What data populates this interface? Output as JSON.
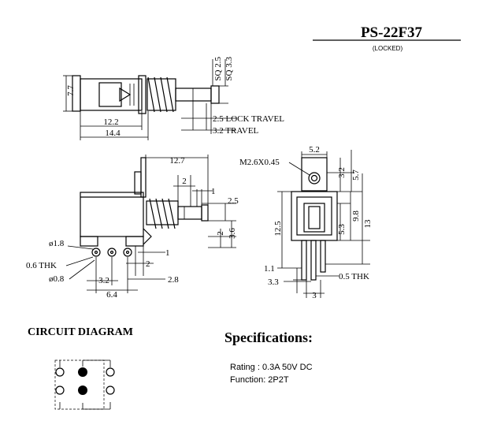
{
  "header": {
    "part_number": "PS-22F37",
    "subtitle": "(LOCKED)"
  },
  "top_view": {
    "dims": {
      "height": "7.7",
      "sq_small": "SQ 2.5",
      "sq_large": "SQ 3.3",
      "body_len": "12.2",
      "total_len": "14.4",
      "lock_travel": "2.5 LOCK TRAVEL",
      "travel": "3.2 TRAVEL"
    }
  },
  "side_view": {
    "dims": {
      "length": "12.7",
      "d2": "2",
      "d1": "1",
      "d25": "2.5",
      "d2b": "2",
      "d36": "3.6",
      "hole_dia": "ø1.8",
      "thk": "0.6  THK",
      "pin_dia": "ø0.8",
      "pin_pitch": "3.2",
      "pin_span": "6.4",
      "d2c": "2",
      "d1b": "1",
      "d28": "2.8"
    }
  },
  "end_view": {
    "dims": {
      "screw": "M2.6X0.45",
      "width": "5.2",
      "d32": "3.2",
      "d57": "5.7",
      "d125": "12.5",
      "d53": "5.3",
      "d98": "9.8",
      "d13": "13",
      "d11": "1.1",
      "d33": "3.3",
      "d3": "3",
      "thk": "0.5  THK"
    }
  },
  "circuit": {
    "title": "CIRCUIT DIAGRAM"
  },
  "specifications": {
    "title": "Specifications:",
    "rating": "Rating : 0.3A 50V DC",
    "function": "Function: 2P2T"
  }
}
